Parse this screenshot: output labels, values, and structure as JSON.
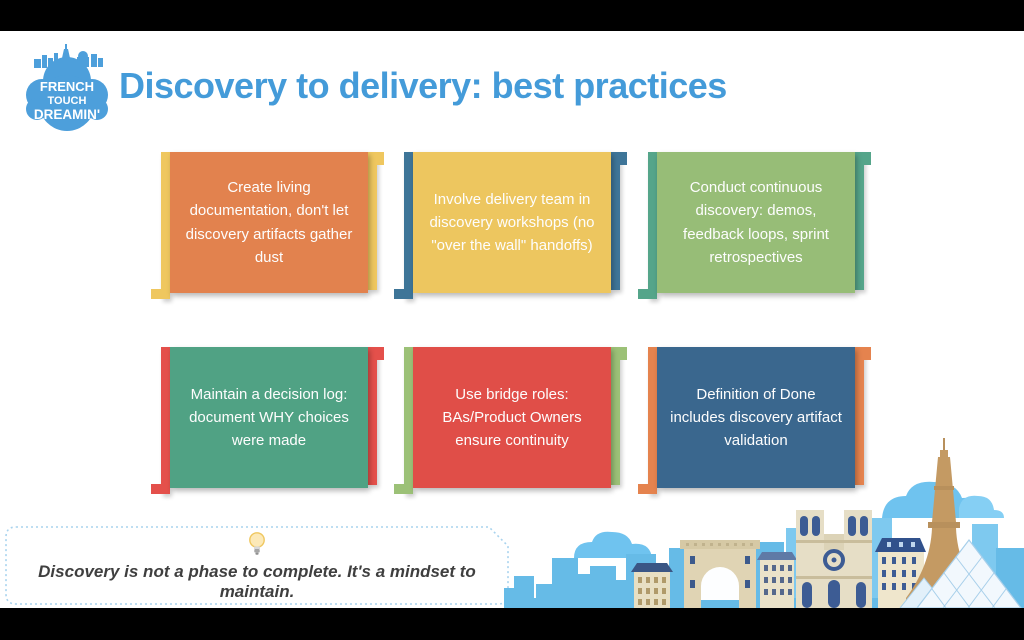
{
  "title": "Discovery to delivery: best practices",
  "logo": {
    "line1": "FRENCH",
    "line2": "TOUCH",
    "line3": "DREAMIN'"
  },
  "cards": [
    {
      "text": "Create living documentation, don't let discovery artifacts gather dust",
      "body_color": "#E2824E",
      "bracket_color": "#EFC75F"
    },
    {
      "text": "Involve delivery team in discovery workshops (no \"over the wall\" handoffs)",
      "body_color": "#EDC65F",
      "bracket_color": "#3E7598"
    },
    {
      "text": "Conduct continuous discovery: demos, feedback loops, sprint retrospectives",
      "body_color": "#97BD77",
      "bracket_color": "#55A58A"
    },
    {
      "text": "Maintain a decision log: document WHY choices were made",
      "body_color": "#50A284",
      "bracket_color": "#E4504B"
    },
    {
      "text": "Use bridge roles: BAs/Product Owners ensure continuity",
      "body_color": "#E04E48",
      "bracket_color": "#9CC177"
    },
    {
      "text": "Definition of Done includes discovery artifact validation",
      "body_color": "#3A678E",
      "bracket_color": "#E5834E"
    }
  ],
  "note": {
    "text": "Discovery is not a phase to complete. It's a mindset to maintain.",
    "icon": "lightbulb-icon"
  },
  "colors": {
    "title": "#449BD9",
    "logo_blue": "#4D9FDB",
    "card_text": "#FDFDFD",
    "note_border": "#A9D3EE",
    "skyline_blue": "#66BBE7"
  },
  "decor": {
    "skyline": "paris-skyline-illustration"
  }
}
